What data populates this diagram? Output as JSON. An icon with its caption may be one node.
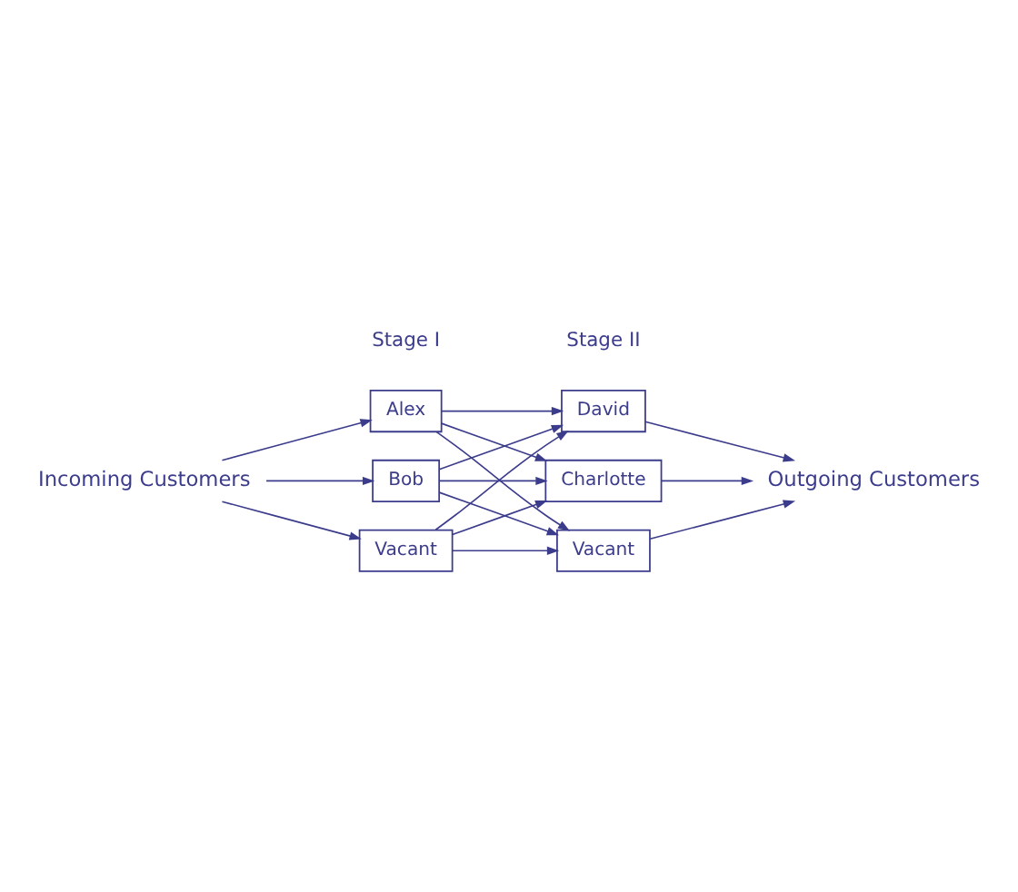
{
  "diagram": {
    "nodes": [
      {
        "text": [
          "Incoming Customers"
        ]
      },
      {
        "text": [
          "Alex"
        ]
      },
      {
        "text": [
          "Bob"
        ]
      },
      {
        "text": [
          "Vacant"
        ]
      },
      {
        "text": [
          "David"
        ]
      },
      {
        "text": [
          "Charlotte"
        ]
      },
      {
        "text": [
          "Vacant"
        ]
      },
      {
        "text": [
          "Outgoing Customers"
        ]
      }
    ],
    "edges": [
      {
        "from": 0,
        "to": 1,
        "arrow": "to"
      },
      {
        "from": 0,
        "to": 2,
        "arrow": "to"
      },
      {
        "from": 0,
        "to": 3,
        "arrow": "to"
      },
      {
        "from": 1,
        "to": 4,
        "arrow": "to"
      },
      {
        "from": 1,
        "to": 5,
        "arrow": "to"
      },
      {
        "from": 1,
        "to": 6,
        "arrow": "to"
      },
      {
        "from": 2,
        "to": 4,
        "arrow": "to"
      },
      {
        "from": 2,
        "to": 5,
        "arrow": "to"
      },
      {
        "from": 2,
        "to": 6,
        "arrow": "to"
      },
      {
        "from": 3,
        "to": 4,
        "arrow": "to"
      },
      {
        "from": 3,
        "to": 5,
        "arrow": "to"
      },
      {
        "from": 3,
        "to": 6,
        "arrow": "to"
      },
      {
        "from": 4,
        "to": 7,
        "arrow": "to"
      },
      {
        "from": 5,
        "to": 7,
        "arrow": "to"
      },
      {
        "from": 6,
        "to": 7,
        "arrow": "to"
      }
    ],
    "labels": [
      "Stage I",
      "Stage II"
    ]
  }
}
